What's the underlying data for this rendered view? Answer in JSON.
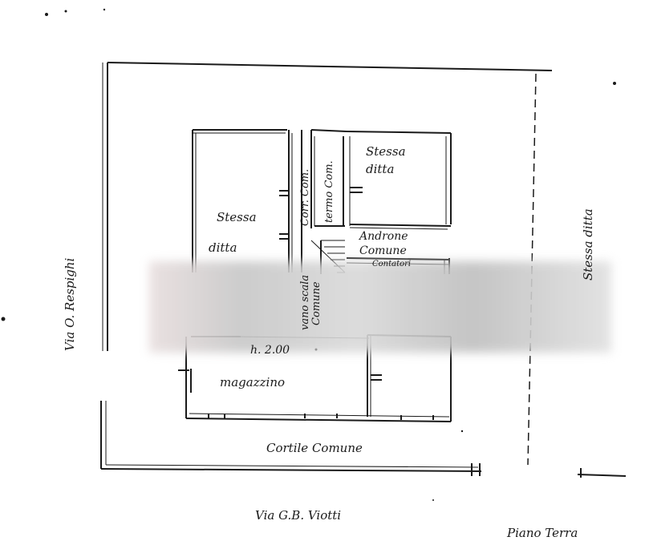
{
  "labels": {
    "stessa_ditta_left_1": "Stessa",
    "stessa_ditta_left_2": "ditta",
    "stessa_ditta_right_1": "Stessa",
    "stessa_ditta_right_2": "ditta",
    "corr_com": "Corr. Com.",
    "termo_com": "termo Com.",
    "androne_1": "Androne",
    "androne_2": "Comune",
    "contatori": "Contatori",
    "vano_scala_1": "vano scala",
    "vano_scala_2": "Comune",
    "height": "h. 2.00",
    "magazzino": "magazzino",
    "cortile": "Cortile Comune",
    "via_bottom": "Via G.B. Viotti",
    "via_left": "Via O. Respighi",
    "stessa_ditta_side": "Stessa ditta",
    "piano": "Piano Terra"
  },
  "colors": {
    "ink": "#1a1a1a",
    "paper": "#ffffff",
    "redaction": "#cfcfcf"
  }
}
